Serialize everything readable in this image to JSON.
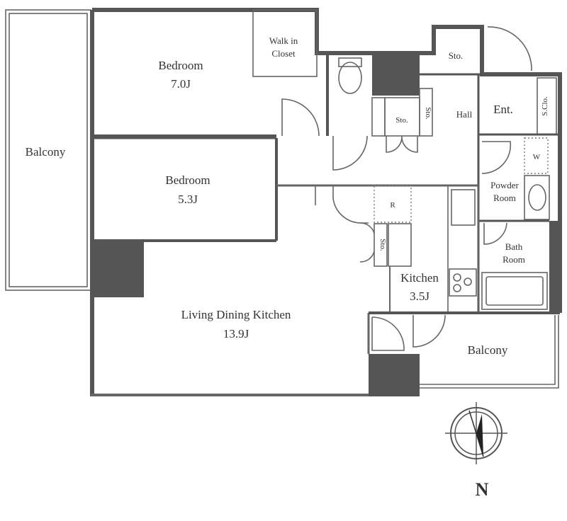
{
  "rooms": {
    "balcony_left": "Balcony",
    "bedroom1_name": "Bedroom",
    "bedroom1_size": "7.0J",
    "walk_in_line1": "Walk in",
    "walk_in_line2": "Closet",
    "bedroom2_name": "Bedroom",
    "bedroom2_size": "5.3J",
    "ldk_name": "Living Dining Kitchen",
    "ldk_size": "13.9J",
    "kitchen_name": "Kitchen",
    "kitchen_size": "3.5J",
    "balcony_right": "Balcony",
    "sto_top": "Sto.",
    "sto_mid": "Sto.",
    "sto_small": "Sto.",
    "sto_kitchen": "Sto.",
    "hall": "Hall",
    "entrance": "Ent.",
    "shoe_closet": "S.Clo.",
    "washer": "W",
    "fridge": "R",
    "powder_line1": "Powder",
    "powder_line2": "Room",
    "bath_line1": "Bath",
    "bath_line2": "Room"
  },
  "compass": {
    "north_label": "N"
  }
}
